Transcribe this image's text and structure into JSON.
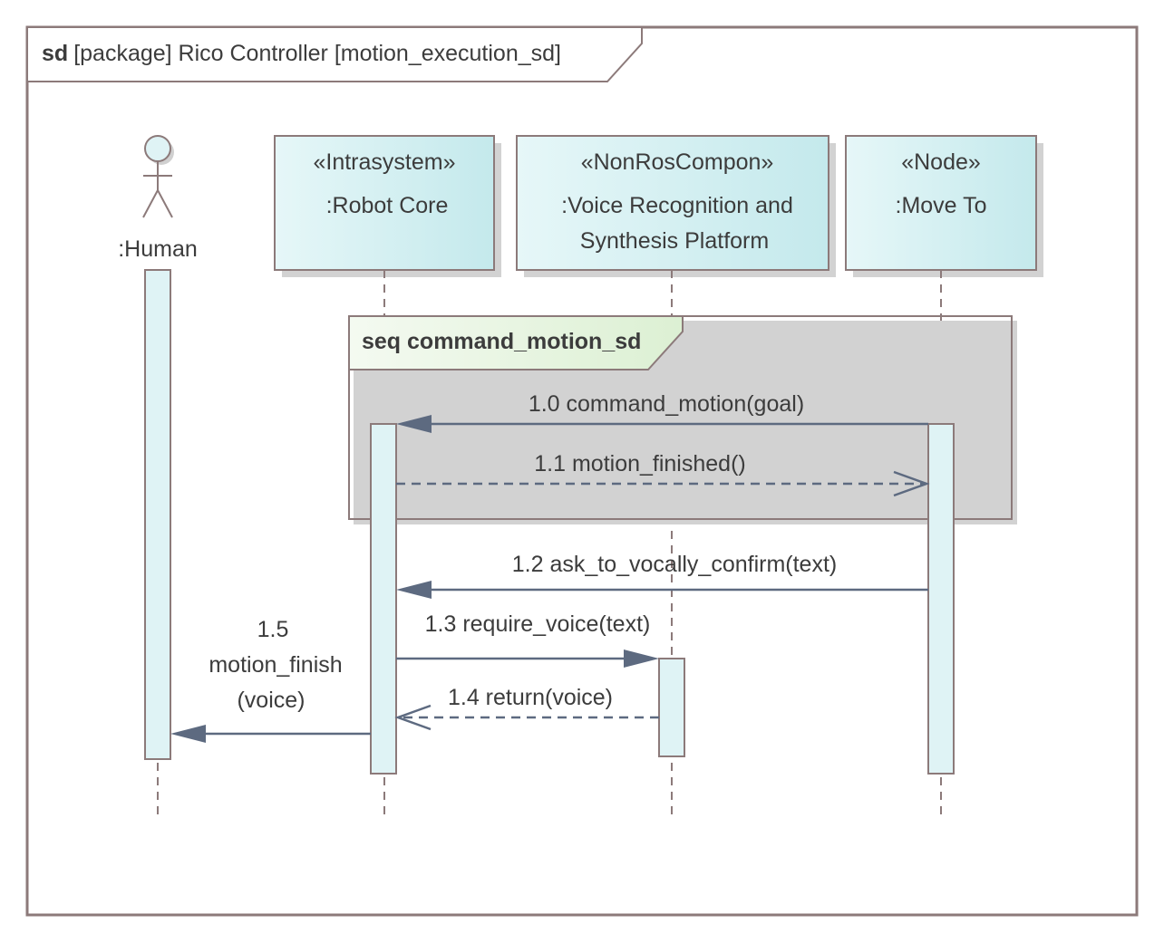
{
  "frame": {
    "kind": "sd",
    "rest": "[package] Rico Controller [motion_execution_sd]"
  },
  "lifelines": {
    "human": {
      "name": ":Human"
    },
    "robot_core": {
      "stereotype": "«Intrasystem»",
      "name": ":Robot Core"
    },
    "voice_platform": {
      "stereotype": "«NonRosCompon»",
      "name_line1": ":Voice Recognition and",
      "name_line2": "Synthesis Platform"
    },
    "move_to": {
      "stereotype": "«Node»",
      "name": ":Move To"
    }
  },
  "fragment": {
    "label": "seq command_motion_sd"
  },
  "messages": {
    "m10": "1.0 command_motion(goal)",
    "m11": "1.1 motion_finished()",
    "m12": "1.2 ask_to_vocally_confirm(text)",
    "m13": "1.3 require_voice(text)",
    "m14": "1.4 return(voice)",
    "m15_line1": "1.5",
    "m15_line2": "motion_finish",
    "m15_line3": "(voice)"
  },
  "colors": {
    "frame_border": "#8c7a7a",
    "lifeline_fill": "#dff3f5",
    "lifeline_head_fill": "#c8ecef",
    "arrow": "#5d6a80",
    "fragment_label_fill": "#e6f4df",
    "shadow": "#c8c8c8"
  }
}
